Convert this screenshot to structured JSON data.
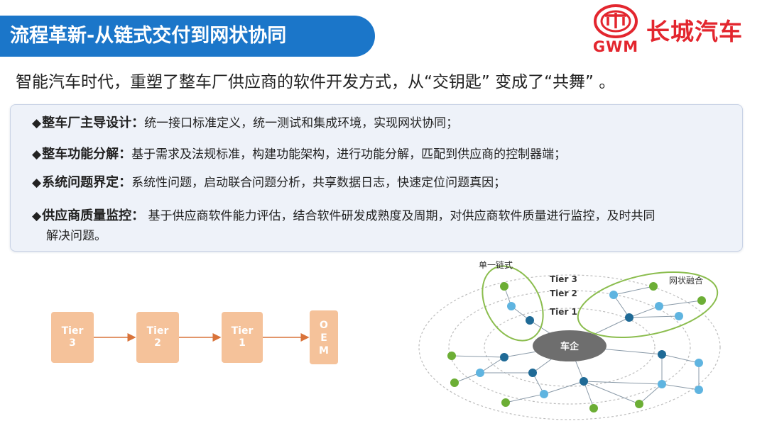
{
  "header": {
    "title": "流程革新-从链式交付到网状协同",
    "logo_text": "长城汽车",
    "logo_abbr": "GWM"
  },
  "subtitle": "智能汽车时代，重塑了整车厂供应商的软件开发方式，从“交钥匙” 变成了“共舞” 。",
  "bullets": [
    {
      "head": "整车厂主导设计：",
      "text": "统一接口标准定义，统一测试和集成环境，实现网状协同；"
    },
    {
      "head": "整车功能分解：",
      "text": "基于需求及法规标准，构建功能架构，进行功能分解，匹配到供应商的控制器端；"
    },
    {
      "head": "系统问题界定：",
      "text": "系统性问题，启动联合问题分析，共享数据日志，快速定位问题真因；"
    },
    {
      "head": "供应商质量监控：",
      "text": " 基于供应商软件能力评估，结合软件研发成熟度及周期，对供应商软件质量进行监控，及时共同",
      "text_cont": "解决问题。"
    }
  ],
  "chain": {
    "boxes": [
      {
        "line1": "Tier",
        "line2": "3"
      },
      {
        "line1": "Tier",
        "line2": "2"
      },
      {
        "line1": "Tier",
        "line2": "1"
      },
      {
        "letters": [
          "O",
          "E",
          "M"
        ]
      }
    ],
    "box_color": "#f5c29a",
    "arrow_color": "#d9733a"
  },
  "network": {
    "label_chain": "单一链式",
    "label_mesh": "网状融合",
    "tier_labels": [
      "Tier 3",
      "Tier 2",
      "Tier 1"
    ],
    "center_label": "车企",
    "colors": {
      "center": "#6e6e6e",
      "green": "#6cae35",
      "light_blue": "#5fb4e0",
      "dark_blue": "#1f6a96"
    }
  }
}
